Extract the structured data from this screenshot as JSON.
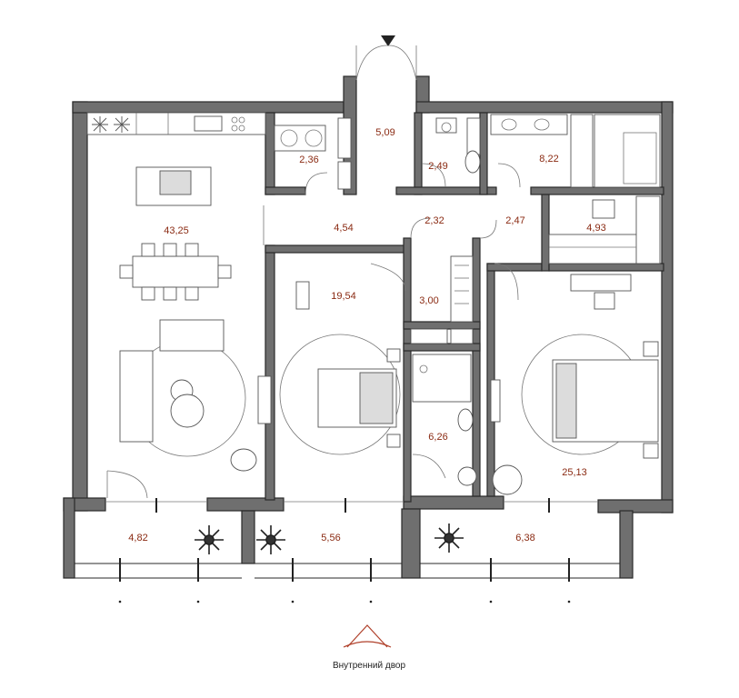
{
  "rooms": [
    {
      "id": "entrance-vestibule",
      "area": "5,09"
    },
    {
      "id": "utility",
      "area": "2,36"
    },
    {
      "id": "wc",
      "area": "2,49"
    },
    {
      "id": "bathroom",
      "area": "8,22"
    },
    {
      "id": "kitchen-living",
      "area": "43,25"
    },
    {
      "id": "hall",
      "area": "4,54"
    },
    {
      "id": "corridor",
      "area": "2,32"
    },
    {
      "id": "corridor-2",
      "area": "2,47"
    },
    {
      "id": "dressing",
      "area": "4,93"
    },
    {
      "id": "bedroom-1",
      "area": "19,54"
    },
    {
      "id": "closet",
      "area": "3,00"
    },
    {
      "id": "shower",
      "area": "6,26"
    },
    {
      "id": "bedroom-master",
      "area": "25,13"
    },
    {
      "id": "loggia-1",
      "area": "4,82"
    },
    {
      "id": "loggia-2",
      "area": "5,56"
    },
    {
      "id": "loggia-3",
      "area": "6,38"
    }
  ],
  "orientation": {
    "label": "Внутренний двор",
    "icon": "courtyard-view-icon"
  },
  "entrance": {
    "icon": "entrance-arrow-icon"
  },
  "colors": {
    "wall": "#6f6f6f",
    "area_text": "#8a2a12",
    "view_icon": "#b0402a"
  }
}
